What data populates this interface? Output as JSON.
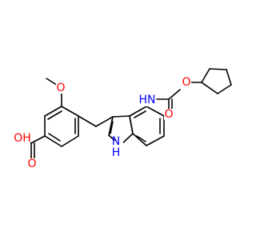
{
  "figure": {
    "background": "#ffffff",
    "bond_color": "#000000",
    "oxygen_color": "#ff0000",
    "nitrogen_color": "#0000ff"
  },
  "atoms": {
    "carboxylic_oh": "OH",
    "carboxylic_o": "O",
    "methoxy_o": "O",
    "amide_nh": "HN",
    "carbamate_o_double": "O",
    "carbamate_o_single": "O",
    "indole_nh_h": "H",
    "indole_nh_n": "N"
  }
}
